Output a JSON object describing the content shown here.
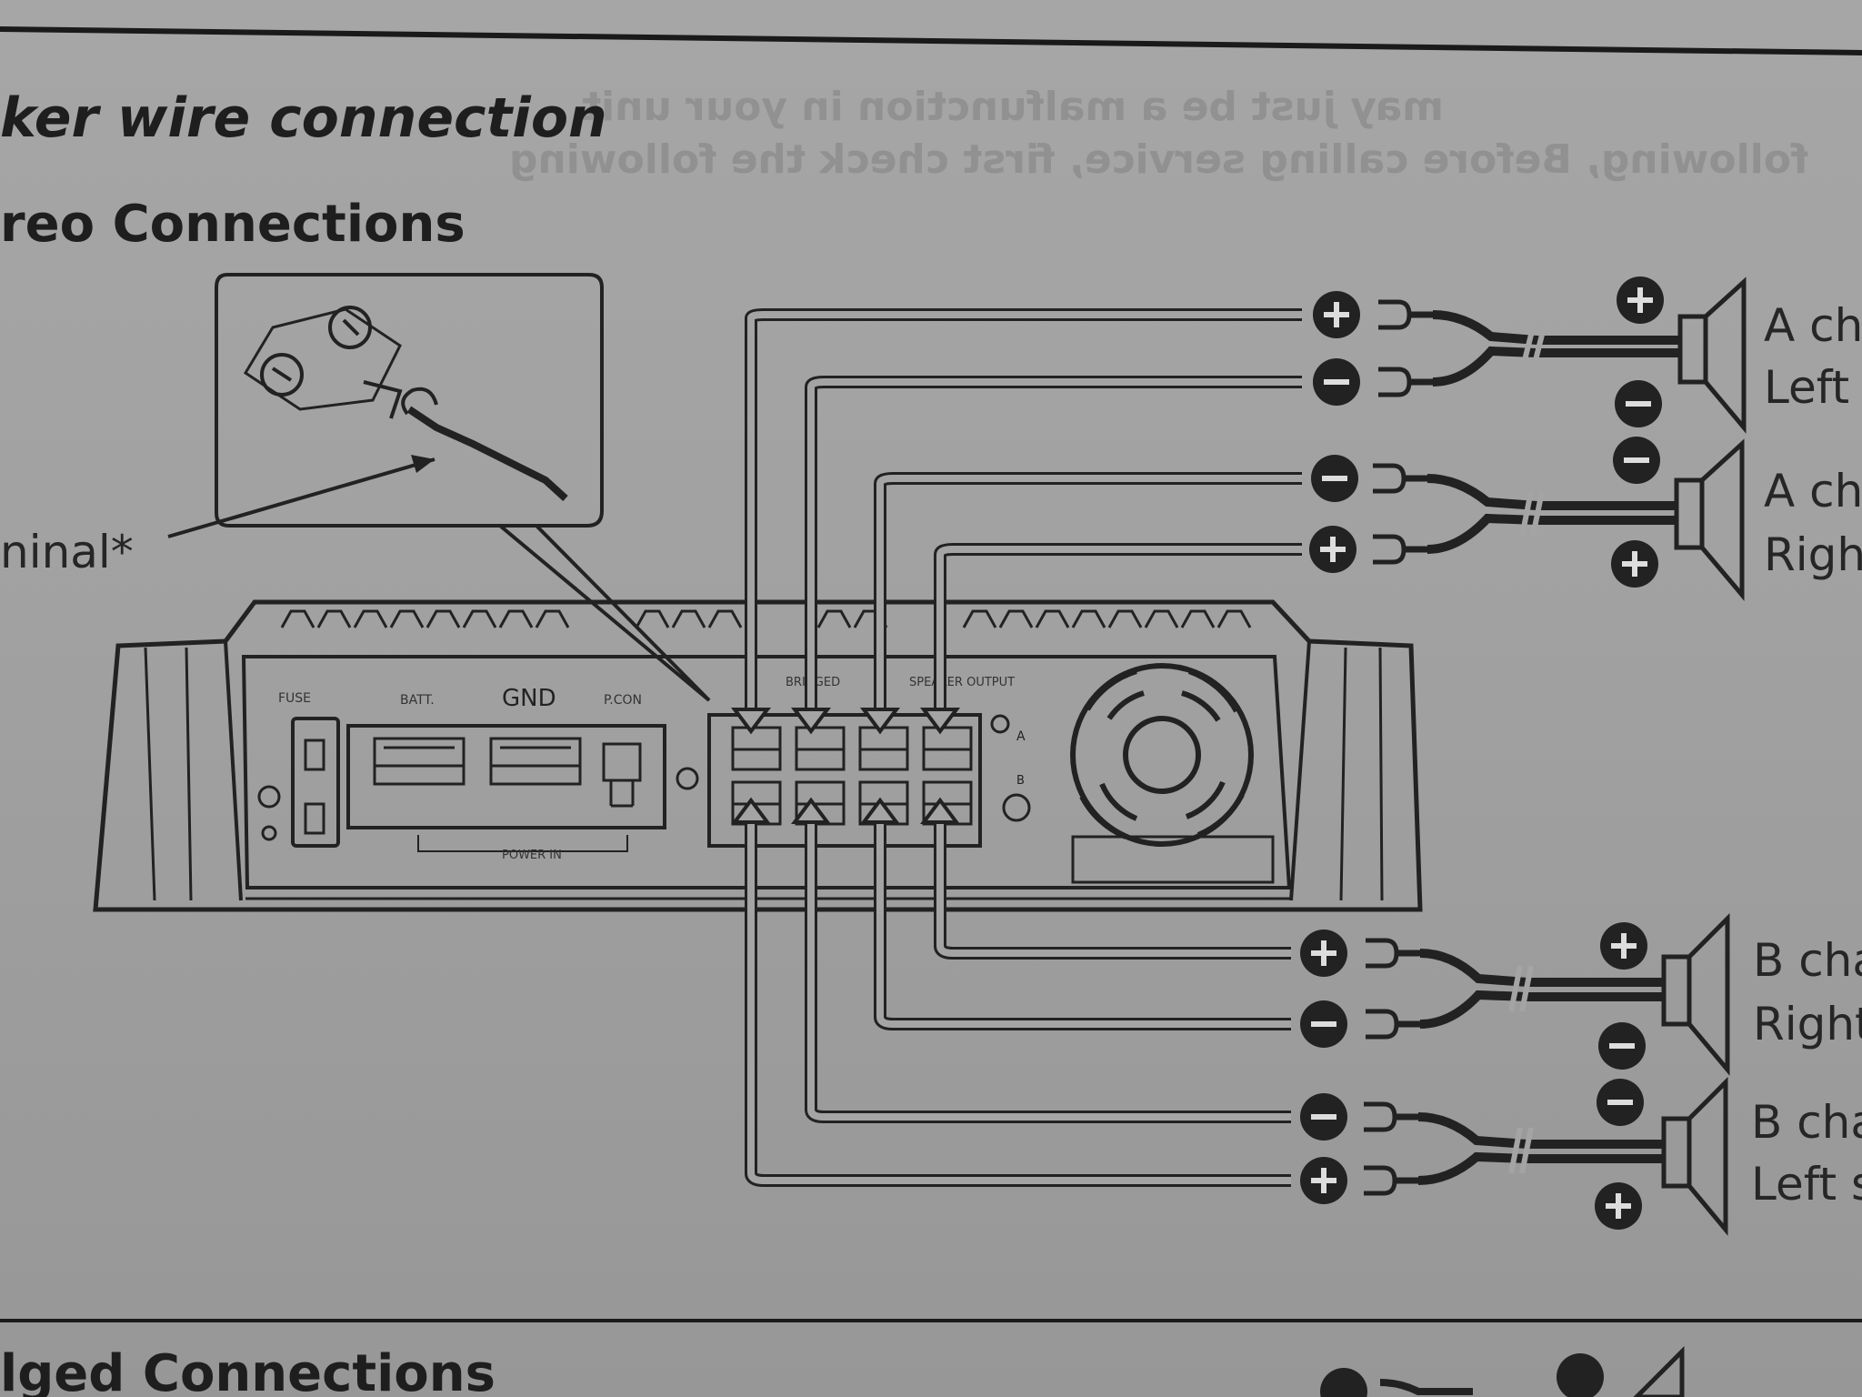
{
  "section": {
    "title": "ker wire connection",
    "subtitle": "reo Connections",
    "next_section": "lged Connections"
  },
  "callout": {
    "label": "ninal*"
  },
  "amp_panel": {
    "fuse": "FUSE",
    "batt": "BATT.",
    "gnd": "GND",
    "pcon": "P.CON",
    "power_in": "POWER IN",
    "output_header": "SPEAKER OUTPUT",
    "bridged": "BRIDGED",
    "chan_a": "A",
    "chan_b": "B"
  },
  "speakers": [
    {
      "line1": "A cha",
      "line2": "Left s"
    },
    {
      "line1": "A cha",
      "line2": "Right"
    },
    {
      "line1": "B cha",
      "line2": "Right"
    },
    {
      "line1": "B cha",
      "line2": "Left s"
    }
  ],
  "polarity_top": [
    "+",
    "−",
    "−",
    "+"
  ],
  "polarity_bottom": [
    "+",
    "−",
    "−",
    "+"
  ],
  "bleed_text": [
    "may just be a malfunction in your unit",
    "following, Before calling service, first check the following"
  ],
  "colors": {
    "ink": "#222222",
    "paper": "#a2a2a2"
  }
}
